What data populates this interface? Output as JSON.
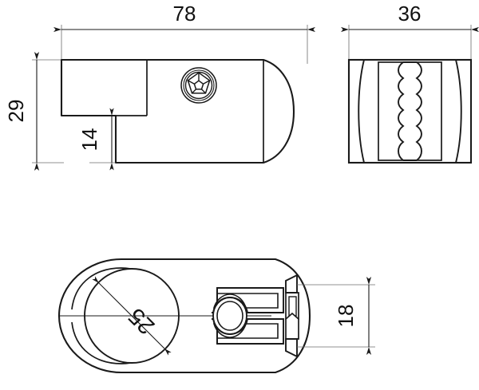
{
  "drawing": {
    "title": "Technical dimension drawing - clamp bracket",
    "background_color": "#ffffff",
    "line_color": "#1a1a1a",
    "thin_line_color": "#555555",
    "text_color": "#111111",
    "units": "mm"
  },
  "dimensions": {
    "overall_length": "78",
    "overall_width": "36",
    "overall_height": "29",
    "step_height": "14",
    "bore_diameter": "25",
    "clamp_height": "18"
  },
  "views": {
    "front": {
      "name": "front-view",
      "labels": [
        "78",
        "29",
        "14"
      ]
    },
    "side": {
      "name": "side-view",
      "labels": [
        "36"
      ]
    },
    "plan": {
      "name": "plan-view",
      "labels": [
        "25",
        "18"
      ]
    }
  },
  "features": {
    "screw_head": "star-socket-screw-icon",
    "bore": "circular-bore",
    "knurl": "scalloped-grip-channels",
    "clamp_slot": "clamp-slot"
  }
}
